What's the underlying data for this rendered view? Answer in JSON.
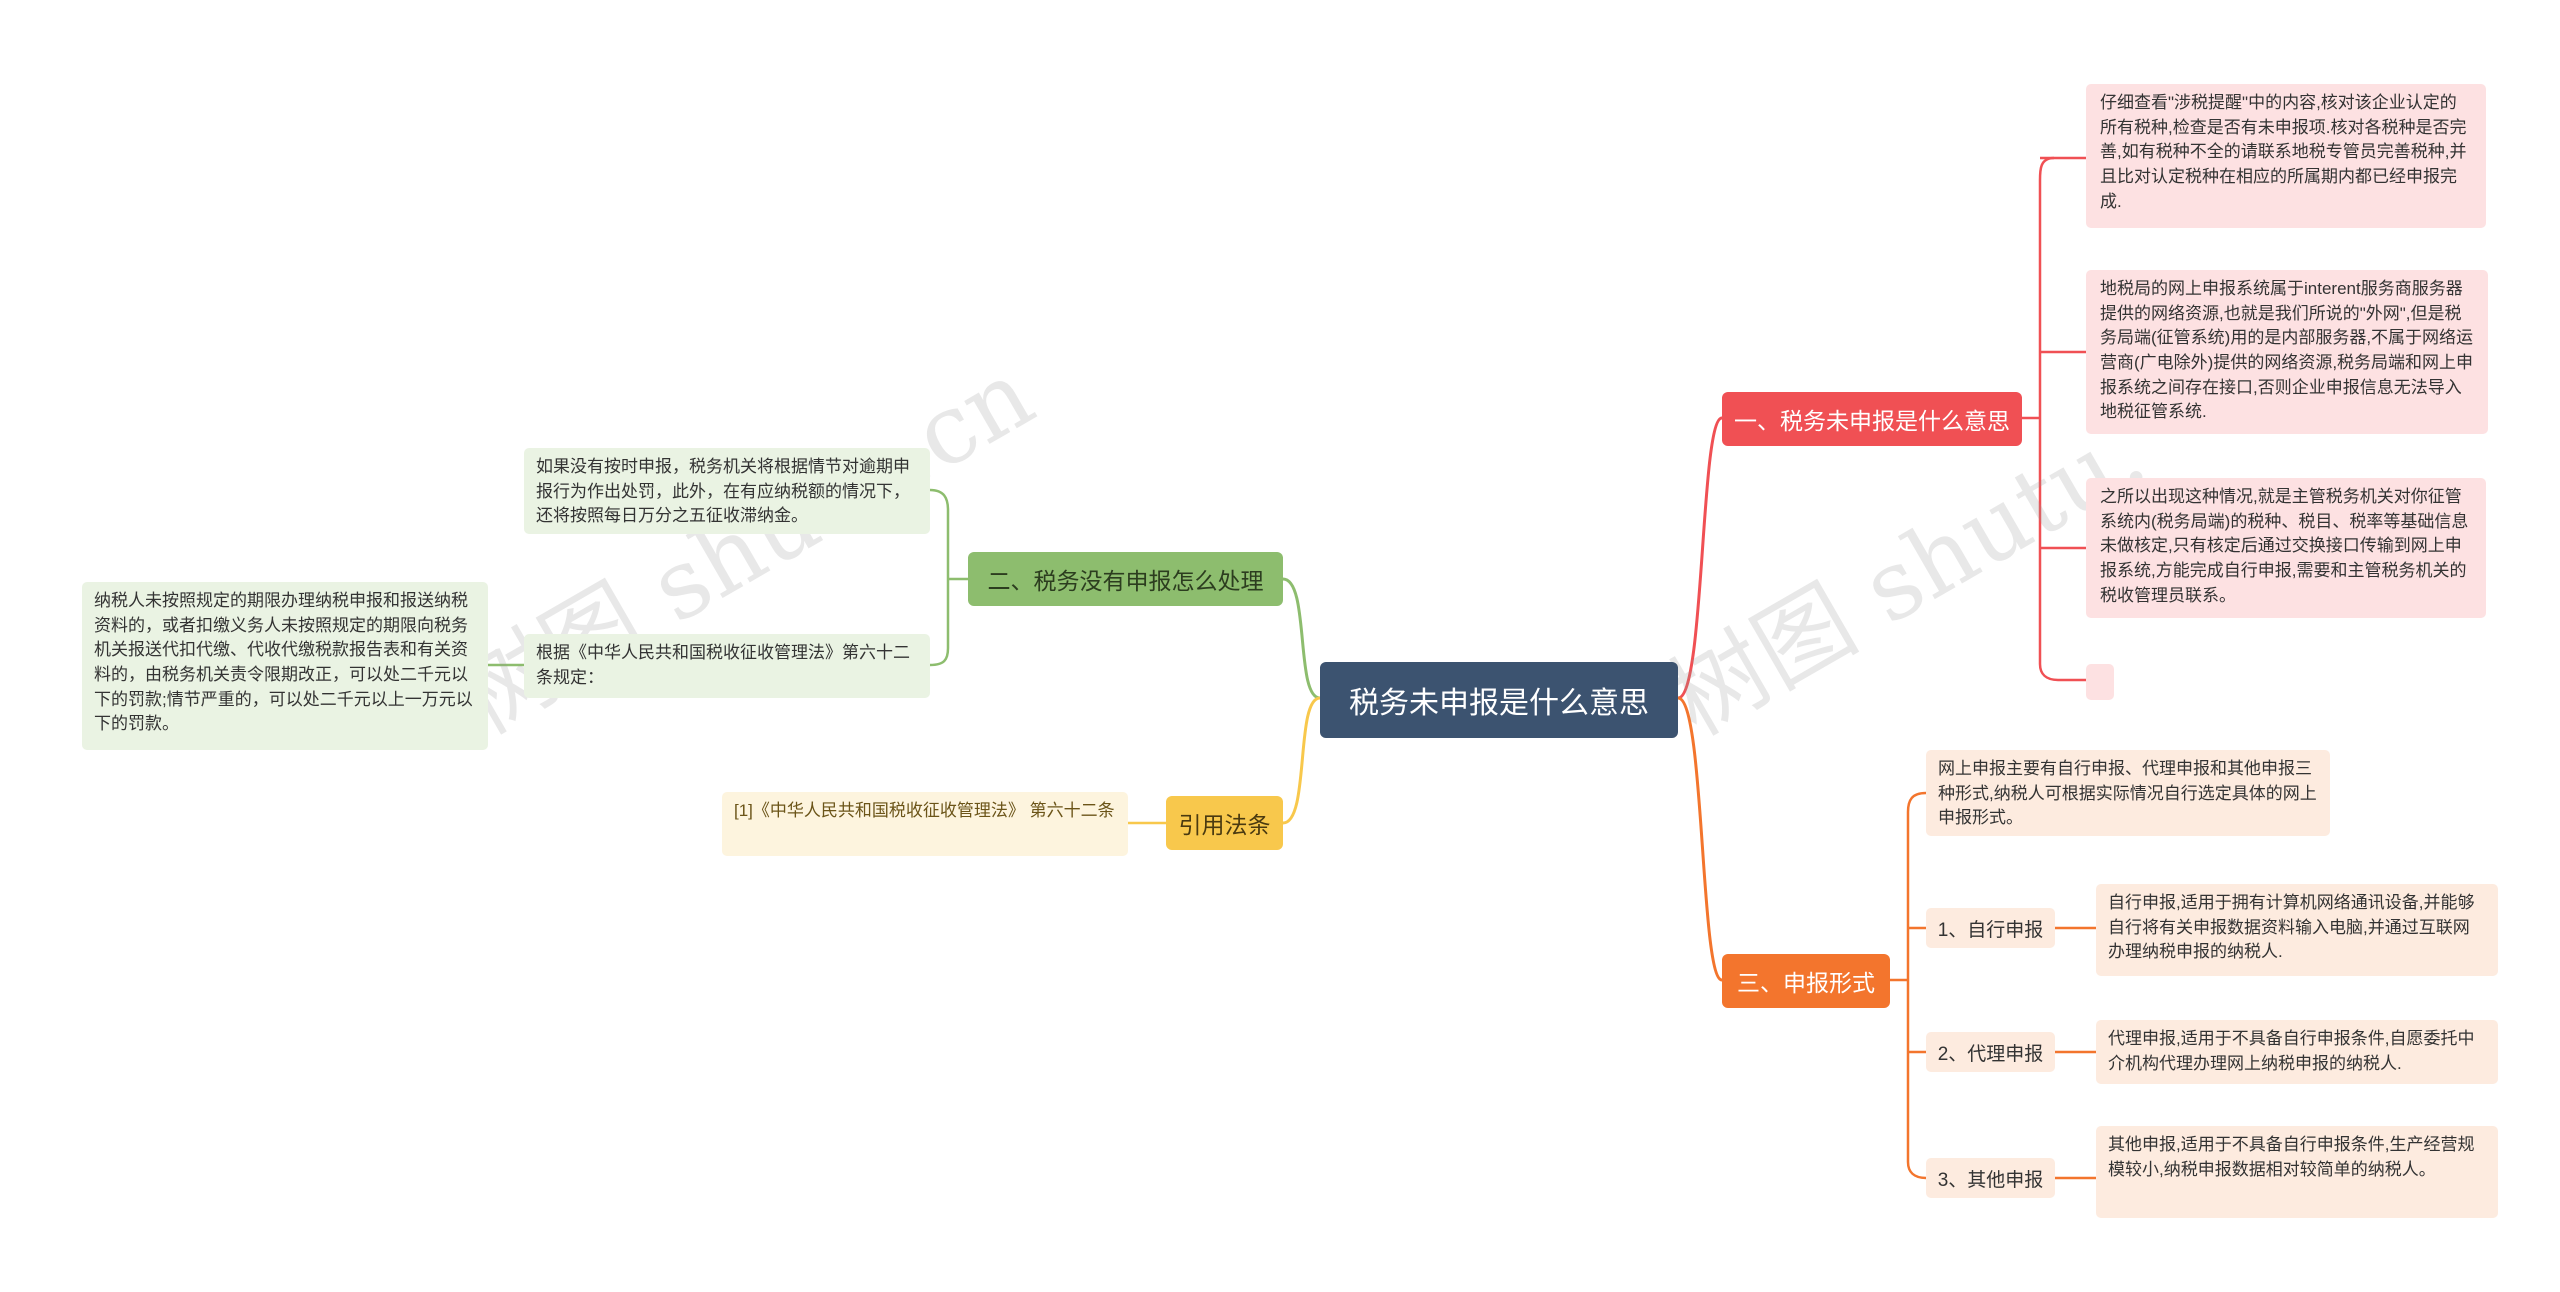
{
  "central": {
    "label": "税务未申报是什么意思"
  },
  "branches": {
    "meaning": {
      "label": "一、税务未申报是什么意思",
      "items": [
        "仔细查看\"涉税提醒\"中的内容,核对该企业认定的所有税种,检查是否有未申报项.核对各税种是否完善,如有税种不全的请联系地税专管员完善税种,并且比对认定税种在相应的所属期内都已经申报完成.",
        "地税局的网上申报系统属于interent服务商服务器提供的网络资源,也就是我们所说的\"外网\",但是税务局端(征管系统)用的是内部服务器,不属于网络运营商(广电除外)提供的网络资源,税务局端和网上申报系统之间存在接口,否则企业申报信息无法导入地税征管系统.",
        "之所以出现这种情况,就是主管税务机关对你征管系统内(税务局端)的税种、税目、税率等基础信息未做核定,只有核定后通过交换接口传输到网上申报系统,方能完成自行申报,需要和主管税务机关的税收管理员联系。",
        ""
      ]
    },
    "handling": {
      "label": "二、税务没有申报怎么处理",
      "items": [
        "如果没有按时申报，税务机关将根据情节对逾期申报行为作出处罚，此外，在有应纳税额的情况下，还将按照每日万分之五征收滞纳金。",
        "根据《中华人民共和国税收征收管理法》第六十二条规定："
      ],
      "sub_item": "纳税人未按照规定的期限办理纳税申报和报送纳税资料的，或者扣缴义务人未按照规定的期限向税务机关报送代扣代缴、代收代缴税款报告表和有关资料的，由税务机关责令限期改正，可以处二千元以下的罚款;情节严重的，可以处二千元以上一万元以下的罚款。"
    },
    "forms": {
      "label": "三、申报形式",
      "intro": "网上申报主要有自行申报、代理申报和其他申报三种形式,纳税人可根据实际情况自行选定具体的网上申报形式。",
      "subs": [
        {
          "label": "1、自行申报",
          "desc": "自行申报,适用于拥有计算机网络通讯设备,并能够自行将有关申报数据资料输入电脑,并通过互联网办理纳税申报的纳税人."
        },
        {
          "label": "2、代理申报",
          "desc": "代理申报,适用于不具备自行申报条件,自愿委托中介机构代理办理网上纳税申报的纳税人."
        },
        {
          "label": "3、其他申报",
          "desc": "其他申报,适用于不具备自行申报条件,生产经营规模较小,纳税申报数据相对较简单的纳税人。"
        }
      ]
    },
    "citation": {
      "label": "引用法条",
      "items": [
        "[1]《中华人民共和国税收征收管理法》 第六十二条"
      ]
    }
  },
  "watermarks": [
    "树图 shutu.cn",
    "树图 shutu."
  ],
  "colors": {
    "central": "#3c5370",
    "red": "#f05054",
    "green": "#8dbd6e",
    "orange": "#f3752d",
    "yellow": "#f8c84c"
  }
}
